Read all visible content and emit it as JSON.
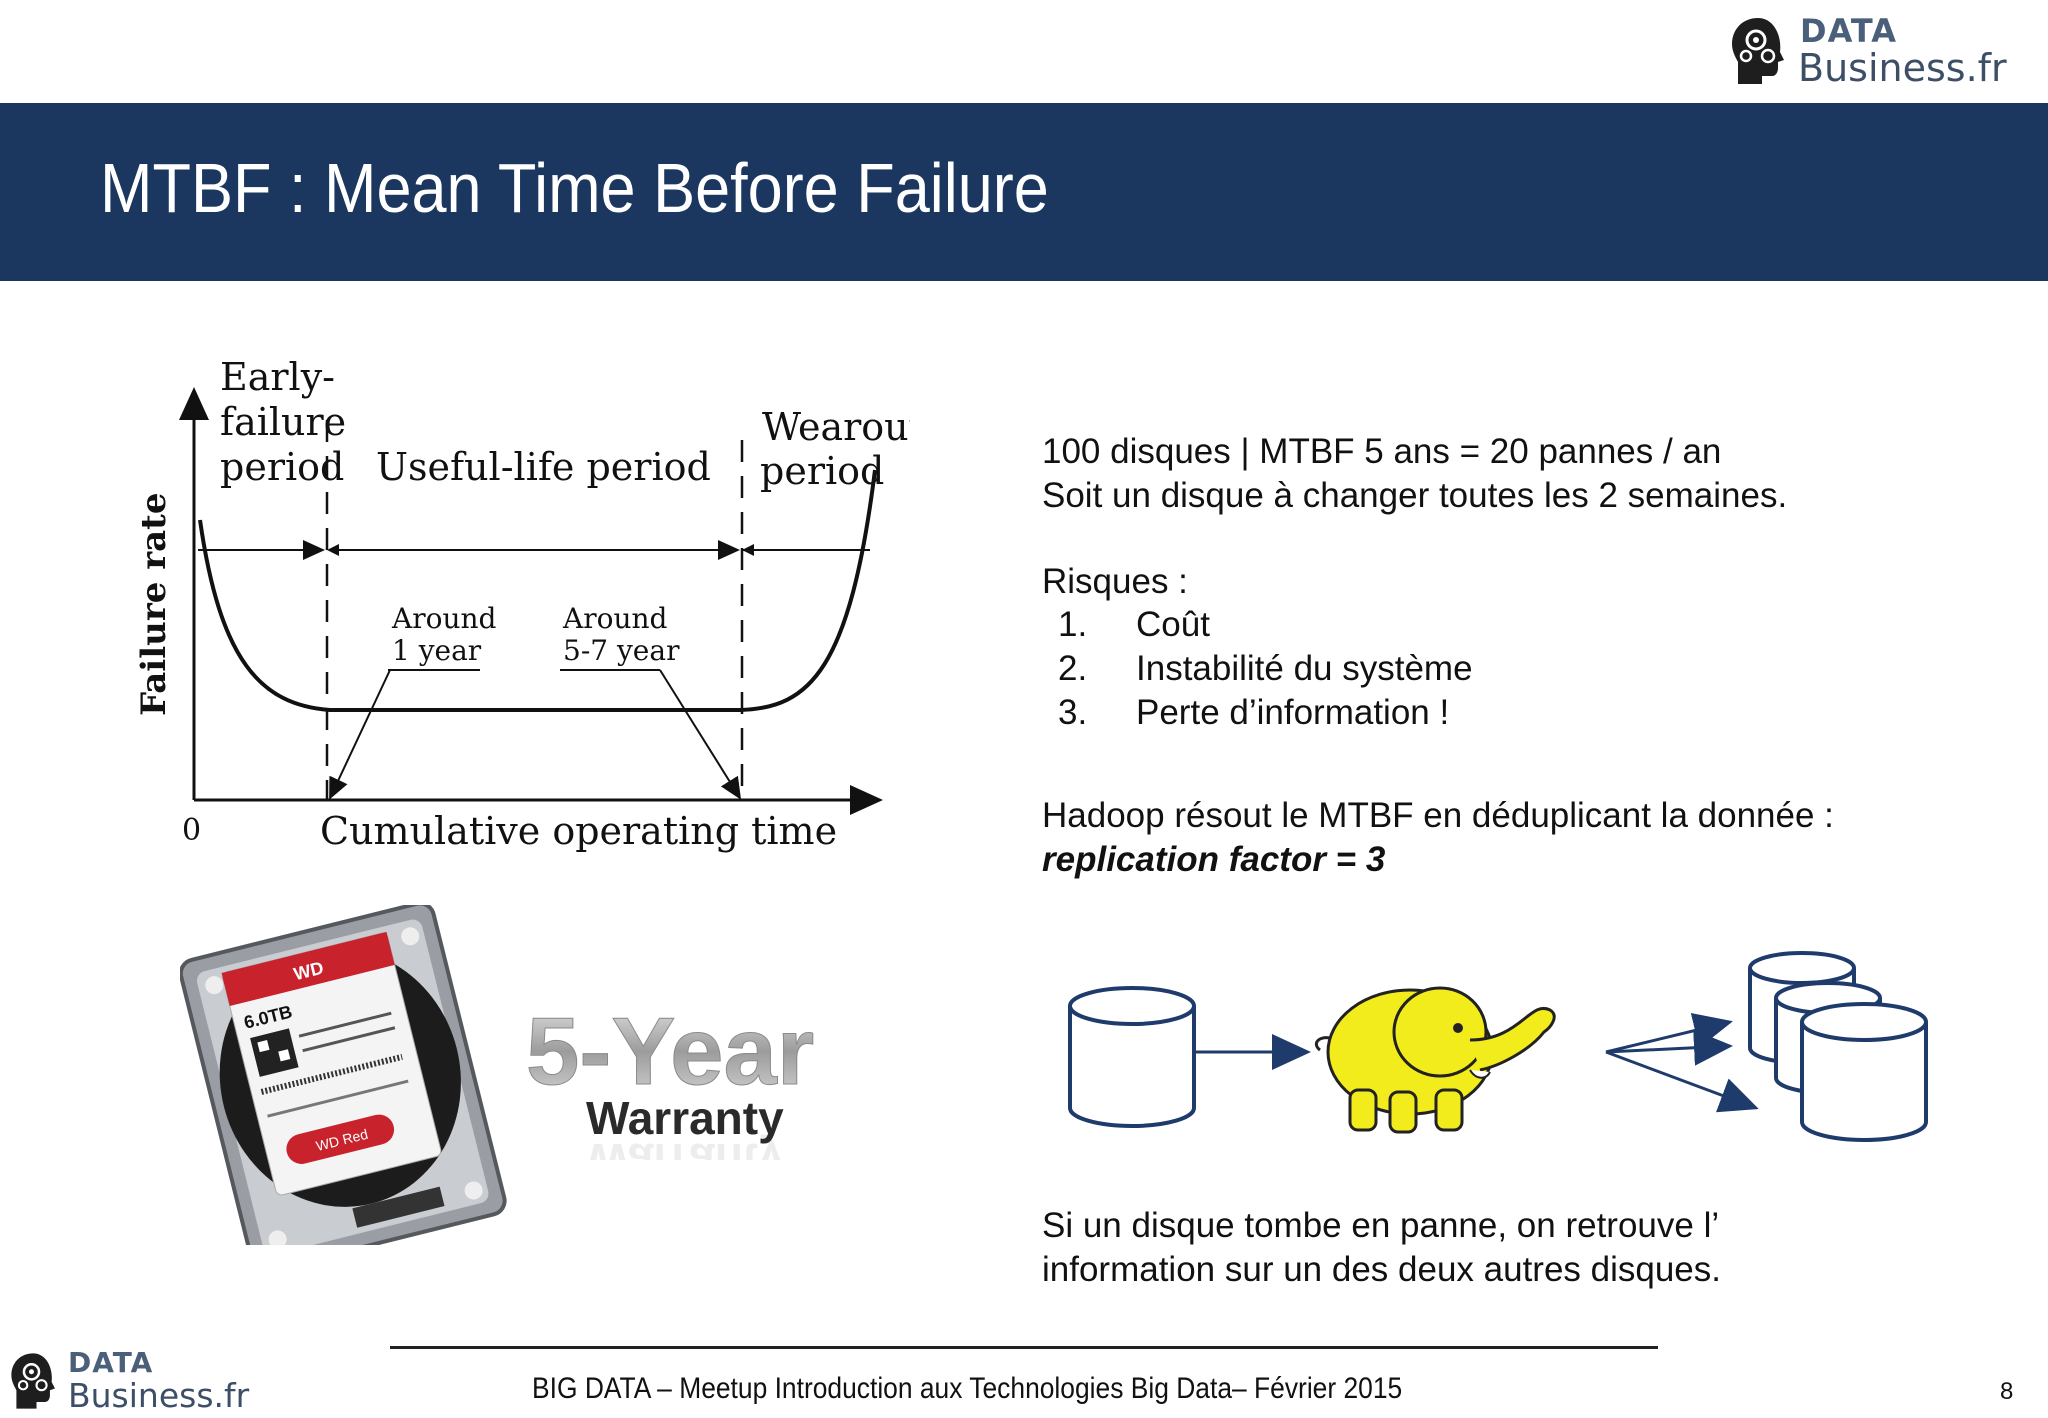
{
  "header": {
    "logo_data": "DATA",
    "logo_business": "Business.fr"
  },
  "slide": {
    "title": "MTBF : Mean Time Before Failure"
  },
  "bathtub": {
    "y_axis_label": "Failure rate",
    "x_axis_label": "Cumulative operating time",
    "origin_label": "0",
    "early_label": [
      "Early-",
      "failure",
      "period"
    ],
    "useful_label": "Useful-life period",
    "wearout_label": [
      "Wearout",
      "period"
    ],
    "annot_left": [
      "Around",
      "1 year"
    ],
    "annot_right": [
      "Around",
      "5-7 year"
    ]
  },
  "hdd_image": {
    "capacity": "6.0TB",
    "brand": "WD",
    "model": "WD Red"
  },
  "warranty": {
    "big": "5-Year",
    "small": "Warranty"
  },
  "content": {
    "line1": "100 disques | MTBF 5 ans = 20 pannes / an",
    "line2": "Soit un disque à changer toutes les 2 semaines.",
    "risks_title": "Risques :",
    "risks": [
      {
        "num": "1.",
        "text": "Coût"
      },
      {
        "num": "2.",
        "text": "Instabilité du système"
      },
      {
        "num": "3.",
        "text": "Perte d’information !"
      }
    ],
    "hadoop_line": "Hadoop résout le MTBF en déduplicant la donnée :",
    "replication": "replication factor = 3",
    "conclusion1": "Si un disque tombe en panne, on retrouve l’",
    "conclusion2": "information sur un des deux autres disques."
  },
  "footer": {
    "text": "BIG DATA – Meetup Introduction aux Technologies Big Data– Février 2015",
    "page": "8",
    "logo_data": "DATA",
    "logo_business": "Business.fr"
  },
  "colors": {
    "title_band": "#1b3760",
    "logo_text": "#4a5f7a",
    "cylinder_stroke": "#1f3b6b",
    "elephant": "#f3ec1c"
  }
}
